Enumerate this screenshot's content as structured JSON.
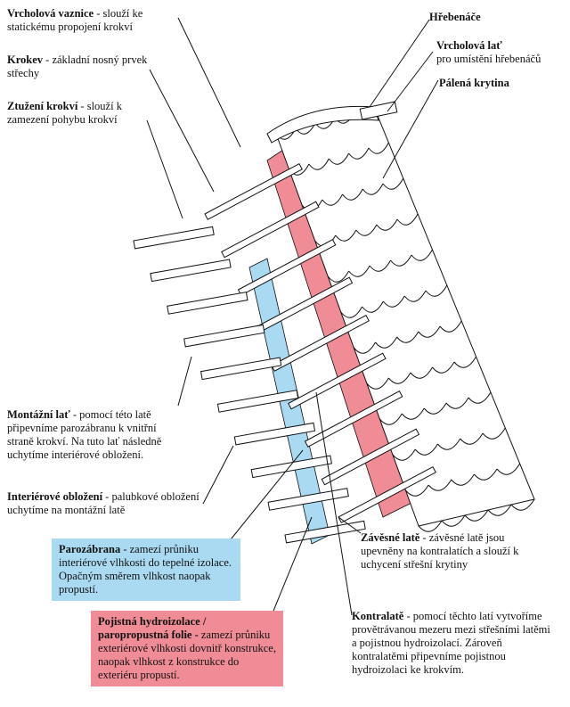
{
  "labels": {
    "vrcholova_vaznice": {
      "title": "Vrcholová vaznice",
      "text": " - slouží ke statickému propojení krokví"
    },
    "krokev": {
      "title": "Krokev",
      "text": " - základní nosný prvek střechy"
    },
    "ztuzeni": {
      "title": "Ztužení krokví",
      "text": " - slouží k zamezení pohybu krokví"
    },
    "hrebenace": {
      "title": "Hřebenáče"
    },
    "vrcholova_lat": {
      "title": "Vrcholová lať",
      "text": "pro umístění hřebenáčů"
    },
    "palena_krytina": {
      "title": "Pálená krytina"
    },
    "montazni_lat": {
      "title": "Montážní lať",
      "text": " - pomocí této latě připevníme parozábranu k vnitřní straně krokví. Na tuto lať následně uchytíme interiérové obložení."
    },
    "interierove": {
      "title": "Interiérové obložení",
      "text": " - palubkové obložení uchytíme na montážní latě"
    },
    "zavesne_late": {
      "title": "Závěsné latě",
      "text": " - závěsné latě jsou upevněny na kontralatích a slouží k uchycení střešní krytiny"
    },
    "parozabrana": {
      "title": "Parozábrana",
      "text": " - zamezí průniku interiérové vlhkosti do tepelné izolace. Opačným směrem vlhkost naopak propustí."
    },
    "hydroizolace": {
      "title": "Pojistná hydroizolace / paropropustná folie -",
      "text": " zamezí průniku exteriérové vlhkosti dovnitř konstrukce, naopak vlhkost z konstrukce do exteriéru propustí."
    },
    "kontralate": {
      "title": "Kontralatě",
      "text": " - pomocí těchto latí vytvoříme provětrávanou mezeru mezi střešními latěmi a pojistnou hydroizolací. Zároveň kontralatěmi připevníme pojistnou hydroizolaci ke krokvím."
    }
  },
  "colors": {
    "parozabrana": "#a9daf2",
    "hydroizolace": "#f08c96",
    "line": "#111111"
  }
}
